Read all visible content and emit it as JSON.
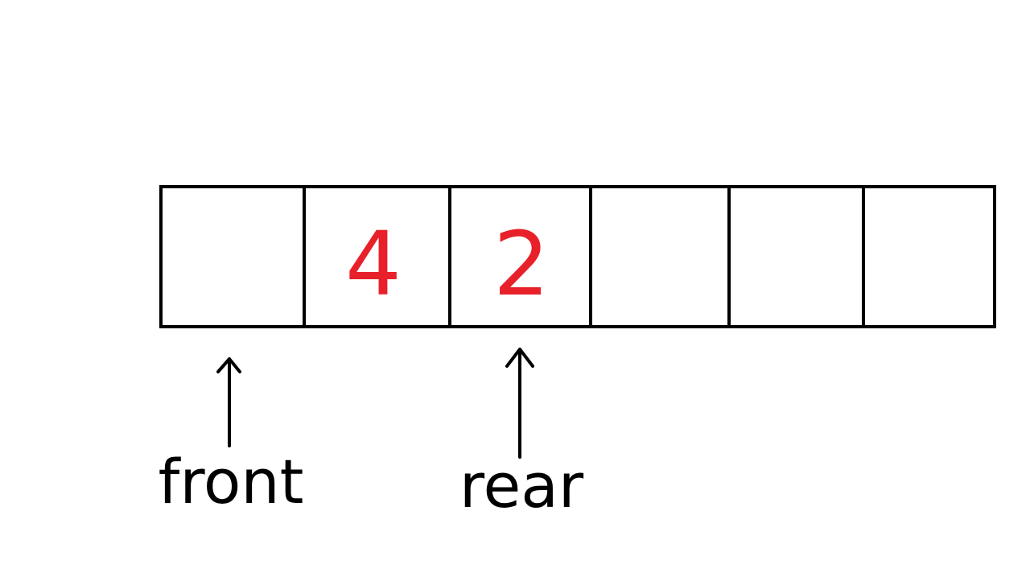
{
  "queue": {
    "cells": [
      {
        "value": ""
      },
      {
        "value": "4"
      },
      {
        "value": "2"
      },
      {
        "value": ""
      },
      {
        "value": ""
      },
      {
        "value": ""
      }
    ],
    "value_color": "#e8202a"
  },
  "pointers": [
    {
      "label": "front",
      "cell_index": 0
    },
    {
      "label": "rear",
      "cell_index": 2
    }
  ]
}
